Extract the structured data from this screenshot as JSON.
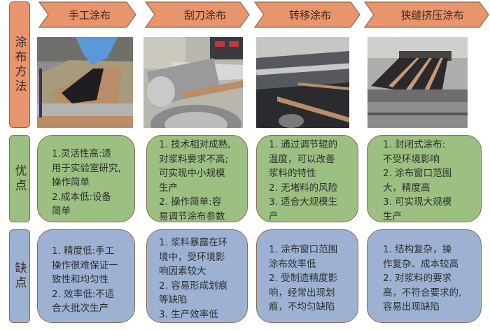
{
  "row_labels": {
    "method": "涂布方法",
    "pros": "优点",
    "cons": "缺点"
  },
  "colors": {
    "header_orange": "#e8956e",
    "pros_green": "#9cc081",
    "cons_blue": "#9db2d3",
    "border_brown": "#8a6a4e"
  },
  "columns": [
    {
      "title": "手工涂布",
      "photo": "manual-coating-photo",
      "pros": [
        "1.灵活性高:适",
        "用于实验室研究,",
        "操作简单",
        "2.成本低:设备",
        "简单"
      ],
      "cons": [
        "1. 精度低:手工",
        "操作很难保证一",
        "致性和均匀性",
        "2. 效率低:不适",
        "合大批次生产"
      ]
    },
    {
      "title": "刮刀涂布",
      "photo": "blade-coating-photo",
      "pros": [
        "1. 技术相对成熟,",
        "对浆料要求不高;",
        "可实现中小规模",
        "生产",
        "2. 操作简单:容",
        "易调节涂布参数"
      ],
      "cons": [
        "1. 浆料暴露在环",
        "境中，受环境影",
        "响因素较大",
        "2. 容易形成划痕",
        "等缺陷",
        "3. 生产效率低"
      ]
    },
    {
      "title": "转移涂布",
      "photo": "transfer-coating-photo",
      "pros": [
        "1. 通过调节辊的",
        "温度，可以改善",
        "浆料的特性",
        "2. 无堵料的风险",
        "3. 适合大规模生",
        "产"
      ],
      "cons": [
        "1. 涂布窗口范围",
        "涂布效率低",
        "2. 受制造精度影",
        "响，经常出现划",
        "痕，不均匀缺陷"
      ]
    },
    {
      "title": "狭缝挤压涂布",
      "photo": "slot-die-coating-photo",
      "pros": [
        "1. 封闭式涂布:",
        "不受环境影响",
        "2. 涂布窗口范围",
        "大，精度高",
        "3. 可实现大规模",
        "生产"
      ],
      "cons": [
        "1. 结构复杂，操",
        "作复杂、成本较高",
        "2. 对浆料的要求",
        "高，不符合要求的,",
        "容易出现缺陷"
      ]
    }
  ]
}
